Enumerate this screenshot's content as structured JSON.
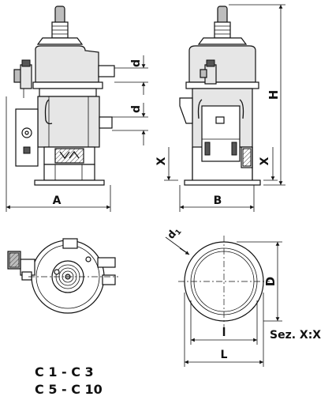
{
  "labels": {
    "dim_A": "A",
    "dim_B": "B",
    "dim_H": "H",
    "dim_X_left": "X",
    "dim_X_right": "X",
    "dim_d_top": "d",
    "dim_d_mid": "d",
    "dim_d1": "d",
    "dim_d1_sub": "1",
    "dim_D": "D",
    "dim_l": "l",
    "dim_L": "L",
    "section": "Sez. X:X"
  },
  "models": {
    "line1": "C 1 - C 3",
    "line2": "C 5 - C 10"
  }
}
